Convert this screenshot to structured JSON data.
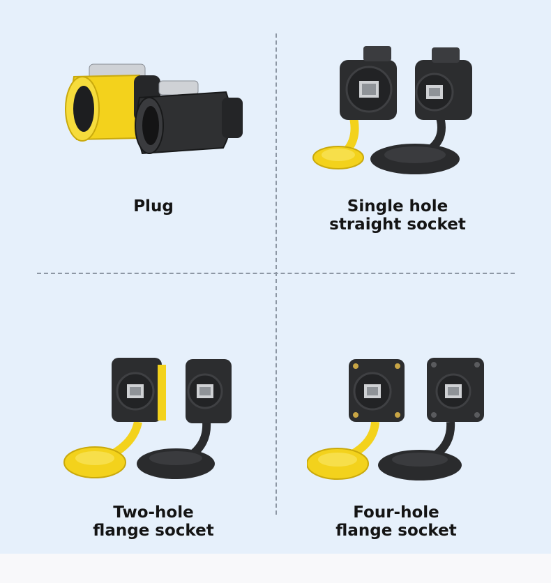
{
  "cells": [
    {
      "id": "plug",
      "label_line1": "Plug",
      "label_line2": ""
    },
    {
      "id": "single-hole",
      "label_line1": "Single hole",
      "label_line2": "straight socket"
    },
    {
      "id": "two-hole",
      "label_line1": "Two-hole",
      "label_line2": "flange socket"
    },
    {
      "id": "four-hole",
      "label_line1": "Four-hole",
      "label_line2": "flange socket"
    }
  ],
  "colors": {
    "yellow": "#f3d21c",
    "black": "#2d2e30",
    "background": "#e6f0fb"
  }
}
